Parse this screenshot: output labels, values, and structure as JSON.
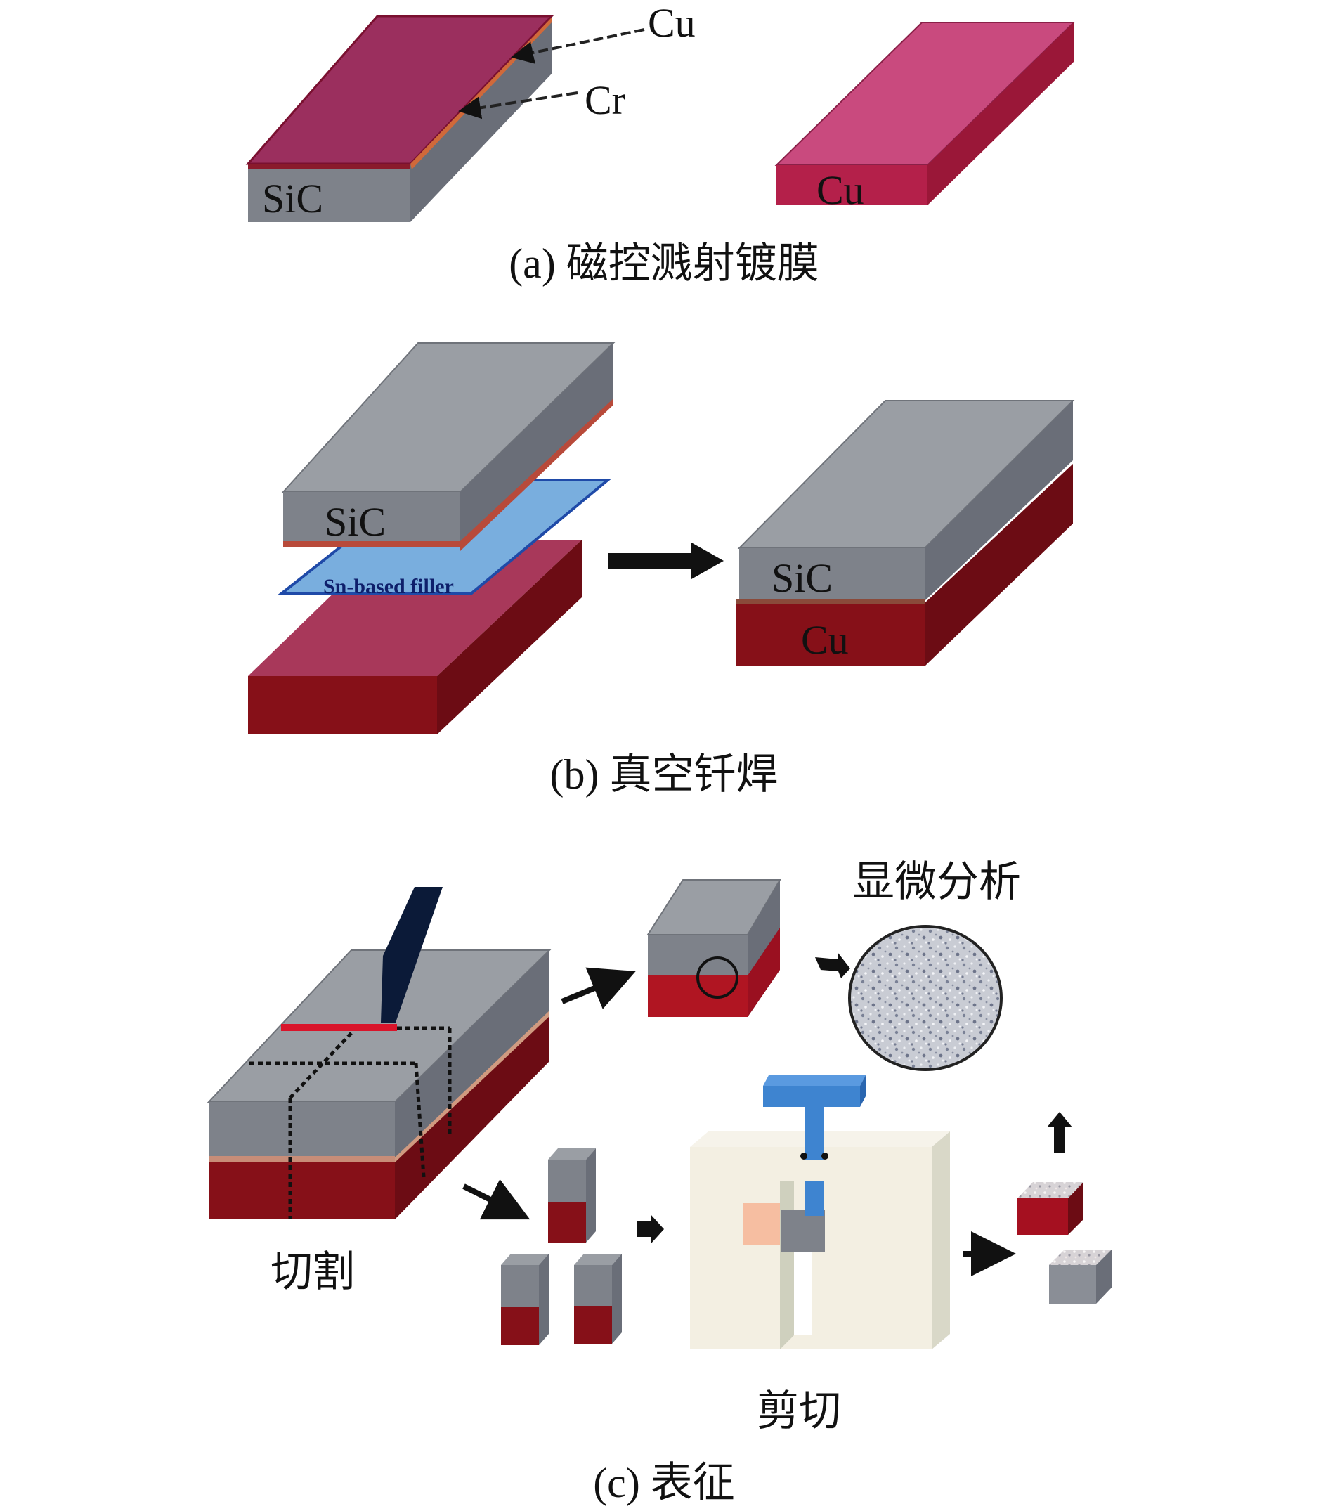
{
  "colors": {
    "sic_top": "#8f9399",
    "sic_front": "#7e828a",
    "sic_side": "#6a6e78",
    "cu_top_a": "#c94a7e",
    "cu_front_a": "#b4204a",
    "cu_side_a": "#9a1738",
    "coat_top": "#9b2f5e",
    "cu_top": "#a8385a",
    "cu_front": "#861018",
    "cu_side": "#6c0c14",
    "cr_line": "#d0693a",
    "filler": "#79aede",
    "filler_edge": "#1f4aa8",
    "blade": "#0b1a38",
    "fixture": "#f3efe2",
    "fixture_side": "#d9d8c8",
    "punch": "#3e84d0",
    "specimen_pink": "#f6b89a",
    "arrow": "#111111"
  },
  "panel_a": {
    "caption": "(a) 磁控溅射镀膜",
    "coated_block": {
      "front_label": "SiC",
      "callouts": [
        "Cu",
        "Cr"
      ]
    },
    "copper_block": {
      "front_label": "Cu"
    }
  },
  "panel_b": {
    "caption": "(b) 真空钎焊",
    "top_block_label": "SiC",
    "filler_label": "Sn-based filler",
    "joined_block": {
      "upper_label": "SiC",
      "lower_label": "Cu"
    }
  },
  "panel_c": {
    "caption": "(c) 表征",
    "step_cut": "切割",
    "step_micro": "显微分析",
    "step_shear": "剪切"
  }
}
